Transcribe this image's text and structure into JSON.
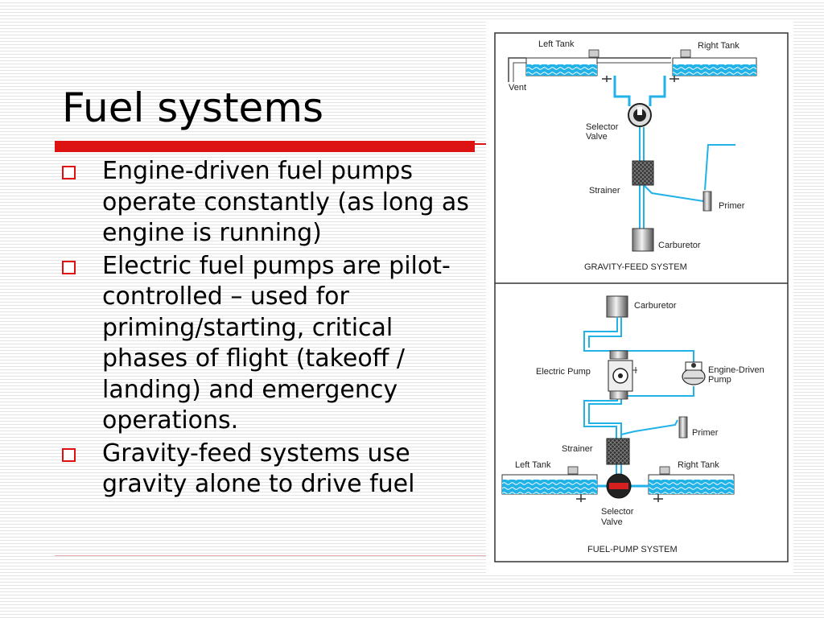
{
  "slide": {
    "title": "Fuel systems",
    "bullets": [
      "Engine-driven fuel pumps operate constantly (as long as engine is running)",
      "Electric fuel pumps are pilot-controlled – used for priming/starting, critical phases of flight (takeoff / landing) and emergency operations.",
      "Gravity-feed systems use gravity alone to drive fuel"
    ]
  },
  "figure": {
    "gravity": {
      "left_tank": "Left Tank",
      "right_tank": "Right Tank",
      "vent": "Vent",
      "selector_line1": "Selector",
      "selector_line2": "Valve",
      "strainer": "Strainer",
      "primer": "Primer",
      "carburetor": "Carburetor",
      "caption": "GRAVITY-FEED SYSTEM"
    },
    "pump": {
      "carburetor": "Carburetor",
      "electric_pump": "Electric Pump",
      "engine_pump_line1": "Engine-Driven",
      "engine_pump_line2": "Pump",
      "primer": "Primer",
      "strainer": "Strainer",
      "left_tank": "Left Tank",
      "right_tank": "Right Tank",
      "selector_line1": "Selector",
      "selector_line2": "Valve",
      "caption": "FUEL-PUMP SYSTEM"
    }
  },
  "colors": {
    "accent_red": "#dd1212",
    "fuel_blue": "#21b2e8"
  }
}
